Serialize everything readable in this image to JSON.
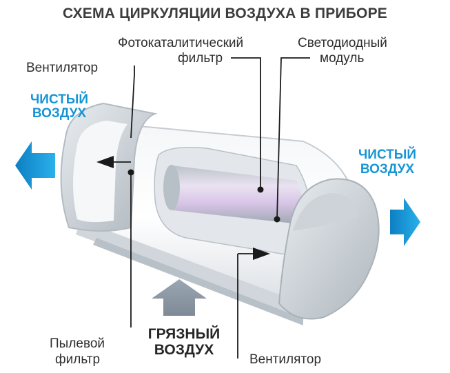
{
  "title": "СХЕМА ЦИРКУЛЯЦИИ ВОЗДУХА В ПРИБОРЕ",
  "labels": {
    "fan_top": "Вентилятор",
    "photo_filter_line1": "Фотокаталитический",
    "photo_filter_line2": "фильтр",
    "led_line1": "Светодиодный",
    "led_line2": "модуль",
    "clean_left_line1": "ЧИСТЫЙ",
    "clean_left_line2": "ВОЗДУХ",
    "clean_right_line1": "ЧИСТЫЙ",
    "clean_right_line2": "ВОЗДУХ",
    "dirty_line1": "ГРЯЗНЫЙ",
    "dirty_line2": "ВОЗДУХ",
    "dust_filter_line1": "Пылевой",
    "dust_filter_line2": "фильтр",
    "fan_bottom": "Вентилятор"
  },
  "colors": {
    "clean_air_arrow": "#1595d6",
    "dirty_air_arrow": "#8a97a3",
    "filter_tube": "#d9c6e6"
  }
}
